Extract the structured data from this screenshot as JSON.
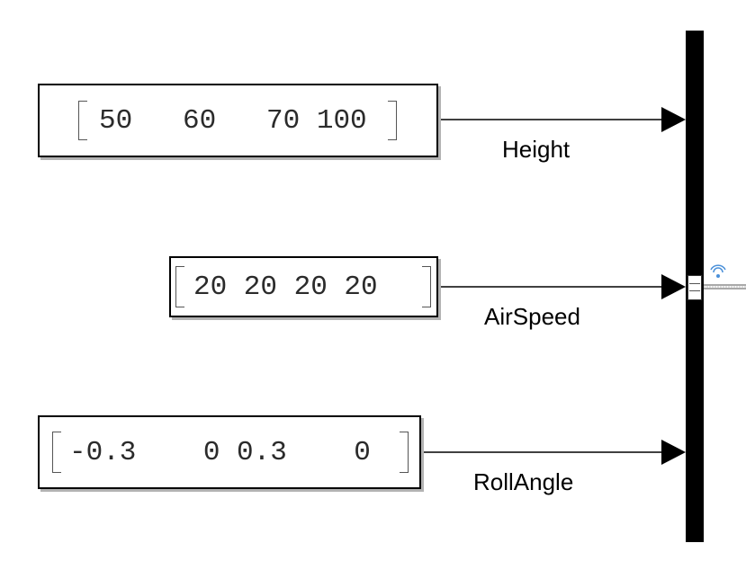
{
  "blocks": [
    {
      "name": "height-constant",
      "value": "50   60   70 100",
      "signal": "Height"
    },
    {
      "name": "airspeed-constant",
      "value": "20 20 20 20",
      "signal": "AirSpeed"
    },
    {
      "name": "rollangle-constant",
      "value": "-0.3    0 0.3    0",
      "signal": "RollAngle"
    }
  ],
  "icons": {
    "bus_creator": "bus-creator-icon",
    "signal_logging": "wifi-icon",
    "arrow": "arrowhead-icon"
  },
  "colors": {
    "line": "#000000",
    "logging_badge": "#4a90d9",
    "shadow": "#b3b3b3"
  }
}
